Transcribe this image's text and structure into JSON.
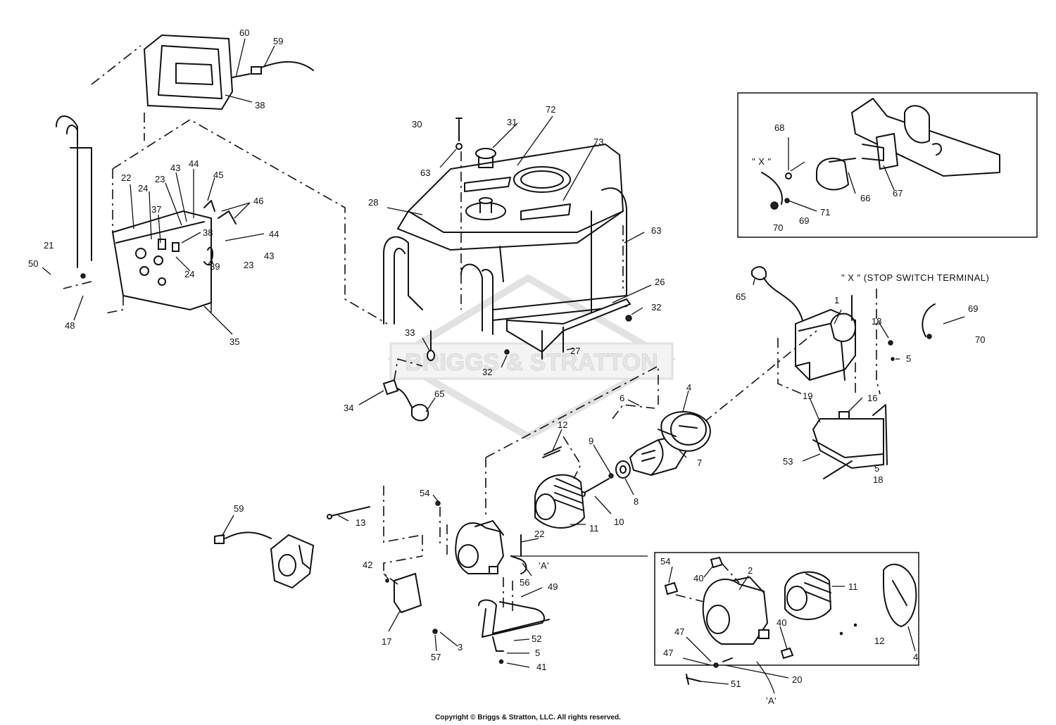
{
  "watermark": "BRIGGS & STRATTON",
  "copyright": "Copyright © Briggs & Stratton, LLC. All rights reserved.",
  "stop_switch_caption": "\" X \" (STOP SWITCH TERMINAL)",
  "inset_marker": "\" X \"",
  "detail_ref": "'A'",
  "callouts": {
    "c60": "60",
    "c59a": "59",
    "c38a": "38",
    "c22a": "22",
    "c24a": "24",
    "c23a": "23",
    "c43a": "43",
    "c44a": "44",
    "c45": "45",
    "c46": "46",
    "c37": "37",
    "c38b": "38",
    "c44b": "44",
    "c21": "21",
    "c50": "50",
    "c39": "39",
    "c23b": "23",
    "c43b": "43",
    "c24b": "24",
    "c48": "48",
    "c35": "35",
    "c30": "30",
    "c31": "31",
    "c72": "72",
    "c73": "73",
    "c63a": "63",
    "c28": "28",
    "c63b": "63",
    "c26": "26",
    "c32a": "32",
    "c33": "33",
    "c32b": "32",
    "c27": "27",
    "c34": "34",
    "c65a": "65",
    "c68": "68",
    "c66": "66",
    "c67": "67",
    "c71": "71",
    "c69a": "69",
    "c70a": "70",
    "c65b": "65",
    "c1": "1",
    "c18a": "18",
    "c5a": "5",
    "c69b": "69",
    "c70b": "70",
    "c19": "19",
    "c16": "16",
    "c53": "53",
    "c5b": "5",
    "c18b": "18",
    "c6": "6",
    "c4a": "4",
    "c7": "7",
    "c12a": "12",
    "c9": "9",
    "c8": "8",
    "c10": "10",
    "c11a": "11",
    "c54a": "54",
    "c13": "13",
    "c59b": "59",
    "c22b": "22",
    "c56": "56",
    "c42": "42",
    "c49": "49",
    "c17": "17",
    "c3": "3",
    "c57": "57",
    "c52": "52",
    "c5c": "5",
    "c41": "41",
    "c54b": "54",
    "c40a": "40",
    "c2": "2",
    "c11b": "11",
    "c4b": "4",
    "c40b": "40",
    "c12b": "12",
    "c47a": "47",
    "c47b": "47",
    "c51": "51",
    "c20": "20"
  }
}
